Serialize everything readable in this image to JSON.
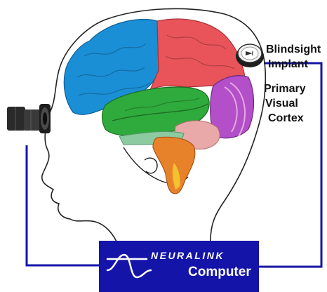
{
  "labels": {
    "implant_line1": "Blindsight",
    "implant_line2": "Implant",
    "cortex_line1": "Primary",
    "cortex_line2": "Visual",
    "cortex_line3": "Cortex"
  },
  "computer": {
    "brand": "NEURALINK",
    "label": "Computer",
    "box_color": "#1414a8"
  },
  "colors": {
    "frontal_lobe": "#1a8fd6",
    "parietal_lobe": "#e8545a",
    "temporal_lobe": "#2faa3c",
    "occipital_lobe": "#b24fc9",
    "cerebellum": "#e9a9a9",
    "brainstem": "#e8822a",
    "wiring": "#1414a8"
  },
  "icons": {
    "camera": "video-camera-icon",
    "implant": "implant-device-icon",
    "logo": "neuralink-wave-logo"
  }
}
